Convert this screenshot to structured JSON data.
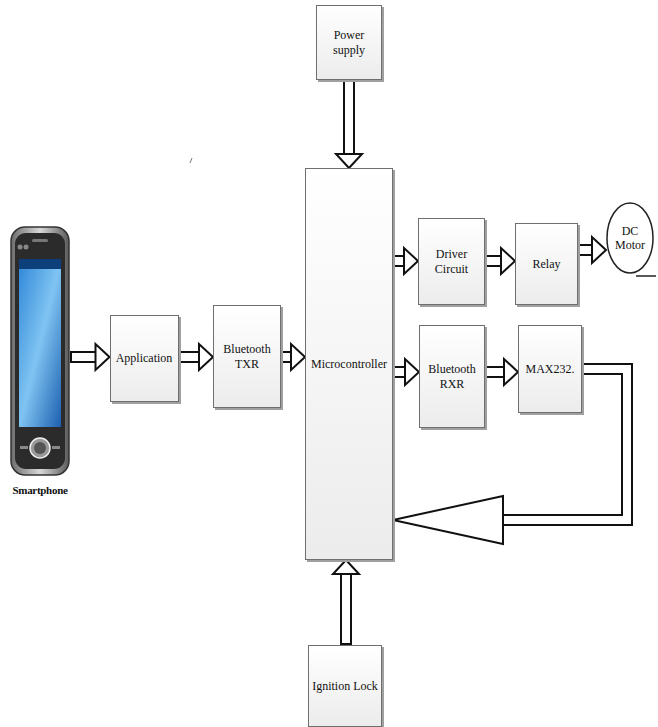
{
  "diagram": {
    "nodes": [
      {
        "text": [
          "Power supply"
        ]
      },
      {
        "text": [
          "Smartphone"
        ]
      },
      {
        "text": [
          "Application"
        ]
      },
      {
        "text": [
          "Bluetooth TXR"
        ]
      },
      {
        "text": [
          "Microcontroller"
        ]
      },
      {
        "text": [
          "Driver Circuit"
        ]
      },
      {
        "text": [
          "Relay"
        ]
      },
      {
        "text": [
          "DC Motor"
        ]
      },
      {
        "text": [
          "Bluetooth RXR"
        ]
      },
      {
        "text": [
          "MAX232."
        ]
      },
      {
        "text": [
          "Ignition Lock"
        ]
      }
    ],
    "edges": [
      {
        "from": 0,
        "to": 4,
        "arrow": "to"
      },
      {
        "from": 1,
        "to": 2,
        "arrow": "to"
      },
      {
        "from": 2,
        "to": 3,
        "arrow": "to"
      },
      {
        "from": 3,
        "to": 4,
        "arrow": "to"
      },
      {
        "from": 4,
        "to": 5,
        "arrow": "to"
      },
      {
        "from": 5,
        "to": 6,
        "arrow": "to"
      },
      {
        "from": 6,
        "to": 7,
        "arrow": "to"
      },
      {
        "from": 4,
        "to": 8,
        "arrow": "to"
      },
      {
        "from": 8,
        "to": 9,
        "arrow": "to"
      },
      {
        "from": 9,
        "to": 4,
        "arrow": "to"
      },
      {
        "from": 10,
        "to": 4,
        "arrow": "to"
      }
    ]
  }
}
